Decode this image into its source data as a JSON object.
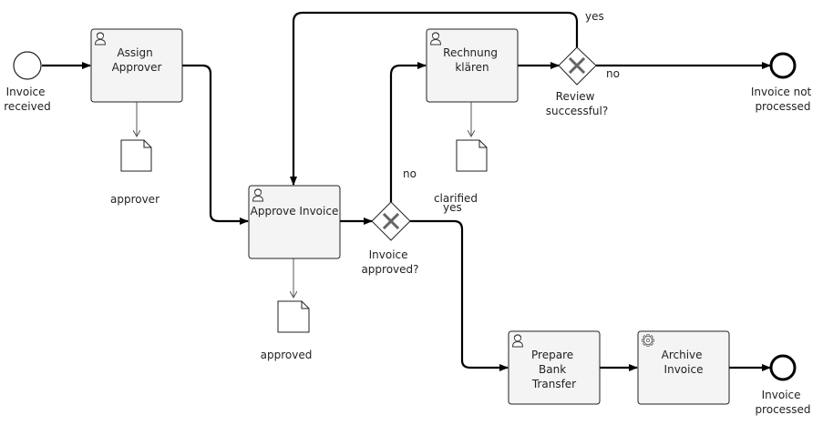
{
  "events": {
    "start": {
      "label_lines": [
        "Invoice",
        "received"
      ]
    },
    "end_not_processed": {
      "label_lines": [
        "Invoice not",
        "processed"
      ]
    },
    "end_processed": {
      "label_lines": [
        "Invoice",
        "processed"
      ]
    }
  },
  "tasks": {
    "assign_approver": {
      "label_lines": [
        "Assign",
        "Approver"
      ],
      "icon": "user-icon"
    },
    "approve_invoice": {
      "label_lines": [
        "Approve Invoice"
      ],
      "icon": "user-icon"
    },
    "rechnung_klaeren": {
      "label_lines": [
        "Rechnung",
        "klären"
      ],
      "icon": "user-icon"
    },
    "prepare_bank_transfer": {
      "label_lines": [
        "Prepare",
        "Bank",
        "Transfer"
      ],
      "icon": "user-icon"
    },
    "archive_invoice": {
      "label_lines": [
        "Archive",
        "Invoice"
      ],
      "icon": "gear-icon"
    }
  },
  "gateways": {
    "invoice_approved": {
      "label_lines": [
        "Invoice",
        "approved?"
      ]
    },
    "review_successful": {
      "label_lines": [
        "Review",
        "successful?"
      ]
    }
  },
  "data_objects": {
    "approver": {
      "label": "approver"
    },
    "approved": {
      "label": "approved"
    },
    "clarified": {
      "label": "clarified"
    }
  },
  "flow_labels": {
    "approved_no": "no",
    "approved_yes": "yes",
    "review_yes": "yes",
    "review_no": "no"
  }
}
